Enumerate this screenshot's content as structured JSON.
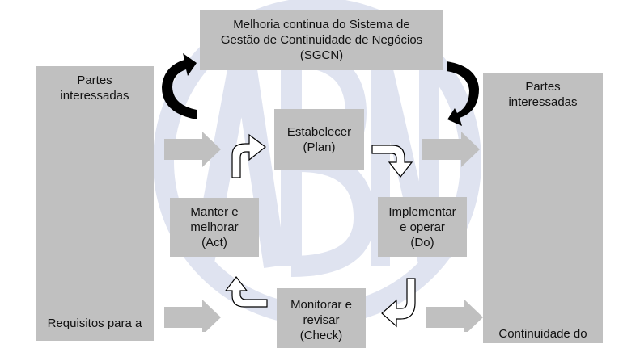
{
  "title": {
    "line1": "Melhoria continua do Sistema de",
    "line2": "Gestão de Continuidade de Negócios",
    "line3": "(SGCN)"
  },
  "left": {
    "top1": "Partes",
    "top2": "interessadas",
    "bottom": "Requisitos para a"
  },
  "right": {
    "top1": "Partes",
    "top2": "interessadas",
    "bottom": "Continuidade do"
  },
  "plan": {
    "line1": "Estabelecer",
    "line2": "(Plan)"
  },
  "do": {
    "line1": "Implementar",
    "line2": "e operar",
    "line3": "(Do)"
  },
  "act": {
    "line1": "Manter e",
    "line2": "melhorar",
    "line3": "(Act)"
  },
  "check": {
    "line1": "Monitorar e",
    "line2": "revisar",
    "line3": "(Check)"
  },
  "colors": {
    "box": "#c0c0c0",
    "watermark": "#dde1ef"
  }
}
